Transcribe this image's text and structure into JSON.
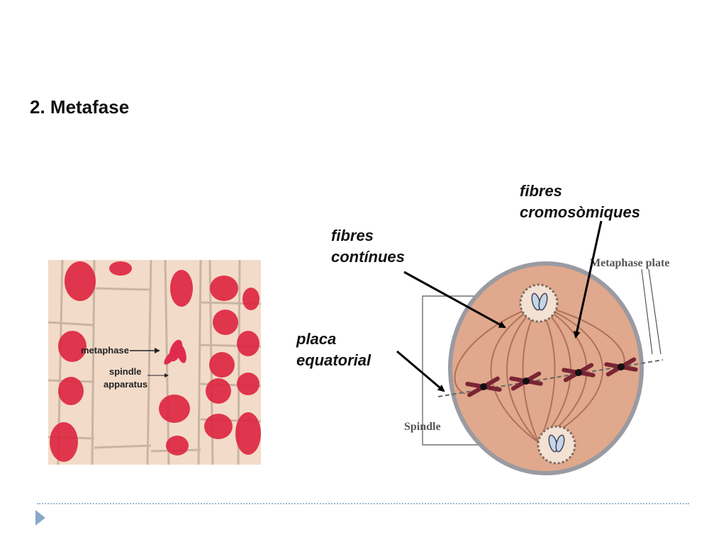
{
  "slide": {
    "title": "2. Metafase"
  },
  "annotations": {
    "fibres_cromosomiques": [
      "fibres",
      "cromosòmiques"
    ],
    "fibres_continues": [
      "fibres",
      "contínues"
    ],
    "placa_equatorial": [
      "placa",
      "equatorial"
    ]
  },
  "micrograph": {
    "label_metaphase": "metaphase",
    "label_spindle": [
      "spindle",
      "apparatus"
    ]
  },
  "diagram": {
    "label_metaphase_plate": "Metaphase plate",
    "label_spindle": "Spindle"
  },
  "colors": {
    "cell_fill": "#e0a88c",
    "cell_border": "#9a9aa2",
    "nucleus_red": "#dd2440",
    "chromosome": "#7a2535",
    "footer_accent": "#8aa8c8"
  },
  "icons": {
    "footer_bullet": "triangle-bullet-icon"
  }
}
